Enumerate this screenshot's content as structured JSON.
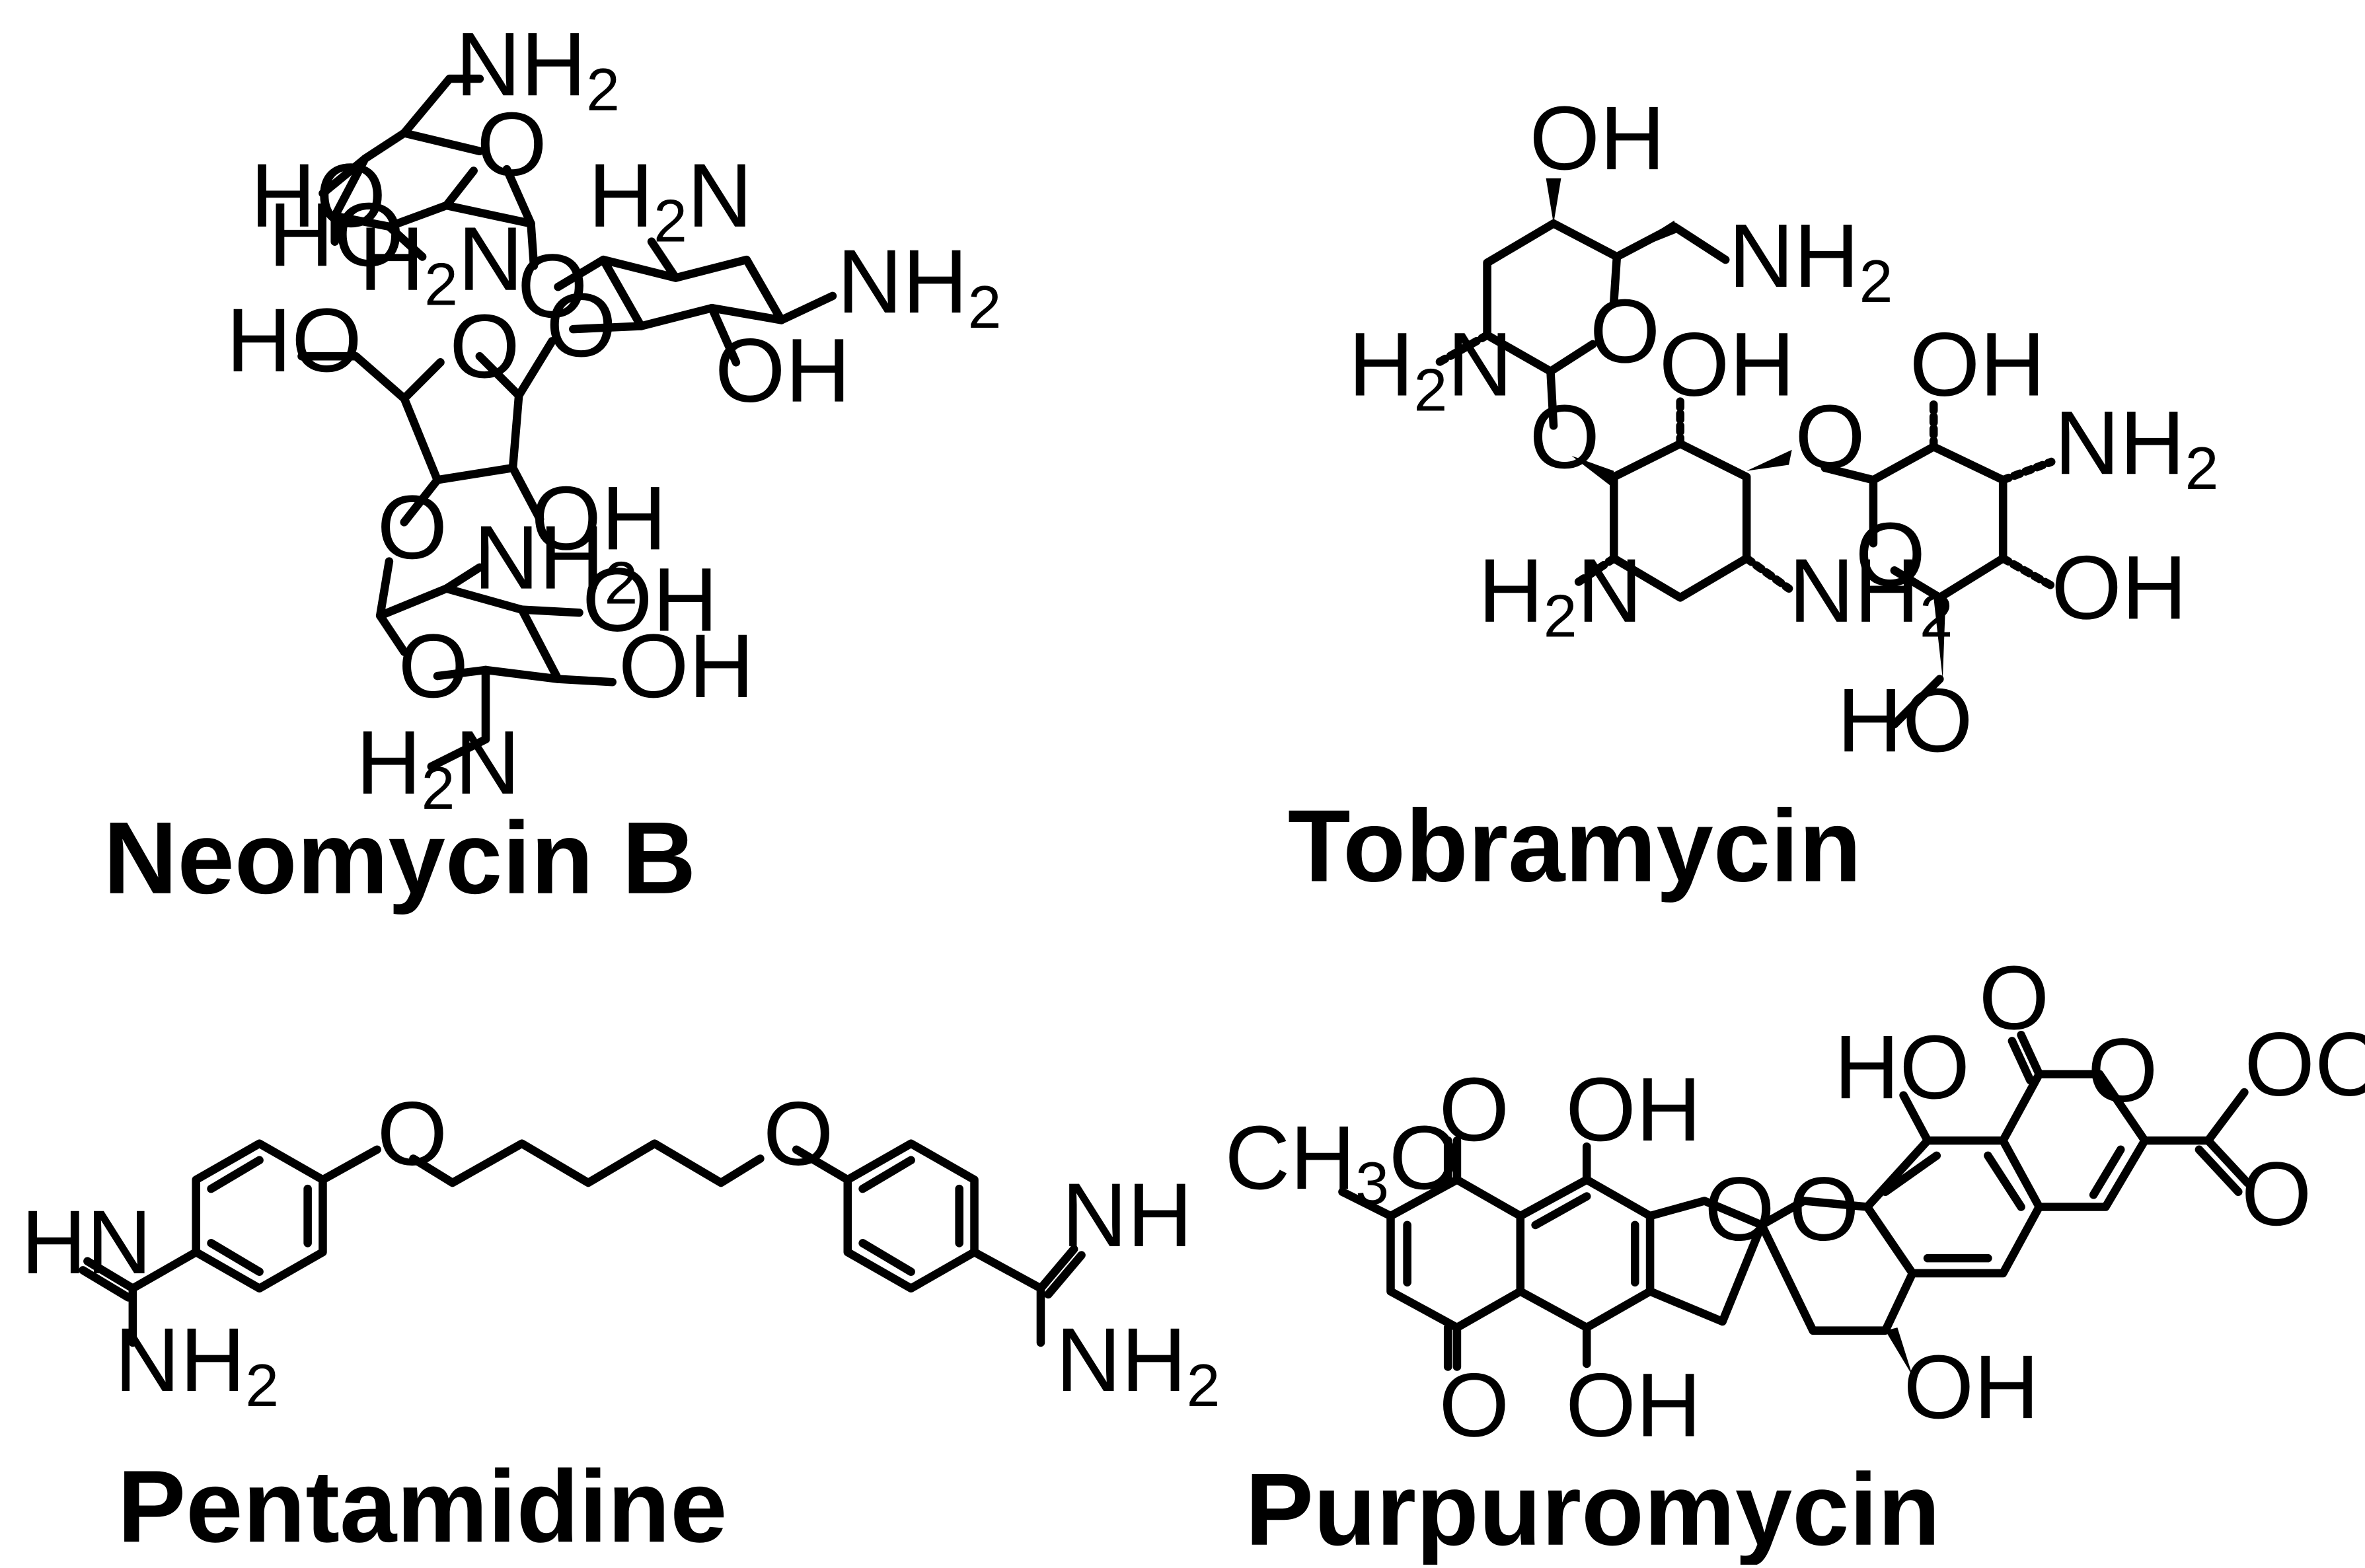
{
  "compounds": [
    {
      "id": "neomycin-b",
      "name": "Neomycin B"
    },
    {
      "id": "tobramycin",
      "name": "Tobramycin"
    },
    {
      "id": "pentamidine",
      "name": "Pentamidine"
    },
    {
      "id": "purpuromycin",
      "name": "Purpuromycin"
    }
  ],
  "atoms": {
    "nh2": "NH",
    "h2n": "H",
    "h2n_n": "N",
    "two": "2",
    "oh": "OH",
    "ho": "HO",
    "o": "O",
    "nh": "NH",
    "hn": "HN",
    "ch3o": "CH",
    "ch3o_o": "O",
    "three": "3",
    "och3": "OCH"
  }
}
